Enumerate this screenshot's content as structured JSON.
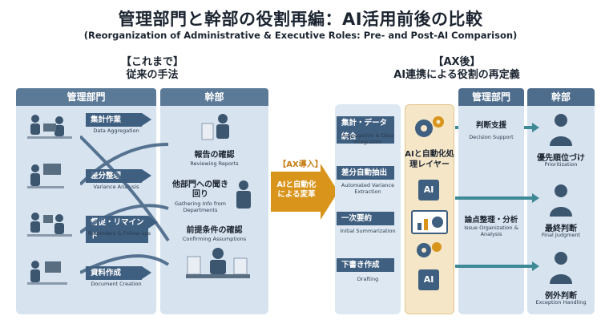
{
  "title": "管理部門と幹部の役割再編：AI活用前後の比較",
  "subtitle": "(Reorganization of Administrative & Executive Roles: Pre- and Post-AI Comparison)",
  "before": {
    "bracket": "【これまで】",
    "heading": "従来の手法",
    "admin_header": "管理部門",
    "exec_header": "幹部",
    "tasks": [
      {
        "jp": "集計作業",
        "en": "Data Aggregation"
      },
      {
        "jp": "差分整理",
        "en": "Variance Analysis"
      },
      {
        "jp": "督促・リマインド",
        "en": "Reminders & Follow-ups"
      },
      {
        "jp": "資料作成",
        "en": "Document Creation"
      }
    ],
    "exec_items": [
      {
        "jp": "報告の確認",
        "en": "Reviewing Reports"
      },
      {
        "jp": "他部門への聞き回り",
        "en": "Gathering Info from Departments"
      },
      {
        "jp": "前提条件の確認",
        "en": "Confirming Assumptions"
      }
    ]
  },
  "transition": {
    "label": "【AX導入】",
    "text": "AIと自動化による変革"
  },
  "after": {
    "bracket": "【AX後】",
    "heading": "AI連携による役割の再定義",
    "tasks": [
      {
        "jp": "集計・データ統合",
        "en": "Aggregation & Data Integration"
      },
      {
        "jp": "差分自動抽出",
        "en": "Automated Variance Extraction"
      },
      {
        "jp": "一次要約",
        "en": "Initial Summarization"
      },
      {
        "jp": "下書き作成",
        "en": "Drafting"
      }
    ],
    "ai_layer": {
      "title": "AIと自動化処理レイヤー",
      "badge": "AI"
    },
    "admin_header": "管理部門",
    "exec_header": "幹部",
    "admin_roles": [
      {
        "jp": "判断支援",
        "en": "Decision Support"
      },
      {
        "jp": "論点整理・分析",
        "en": "Issue Organization & Analysis"
      }
    ],
    "exec_roles": [
      {
        "jp": "優先順位づけ",
        "en": "Prioritization"
      },
      {
        "jp": "最終判断",
        "en": "Final Judgment"
      },
      {
        "jp": "例外判断",
        "en": "Exception Handling"
      }
    ]
  },
  "colors": {
    "navy": "#3f5f80",
    "header": "#5b7a98",
    "panel": "#d7e3ef",
    "orange": "#d9941c",
    "teal": "#3d8a96",
    "ai_layer": "#f5e6c8"
  }
}
